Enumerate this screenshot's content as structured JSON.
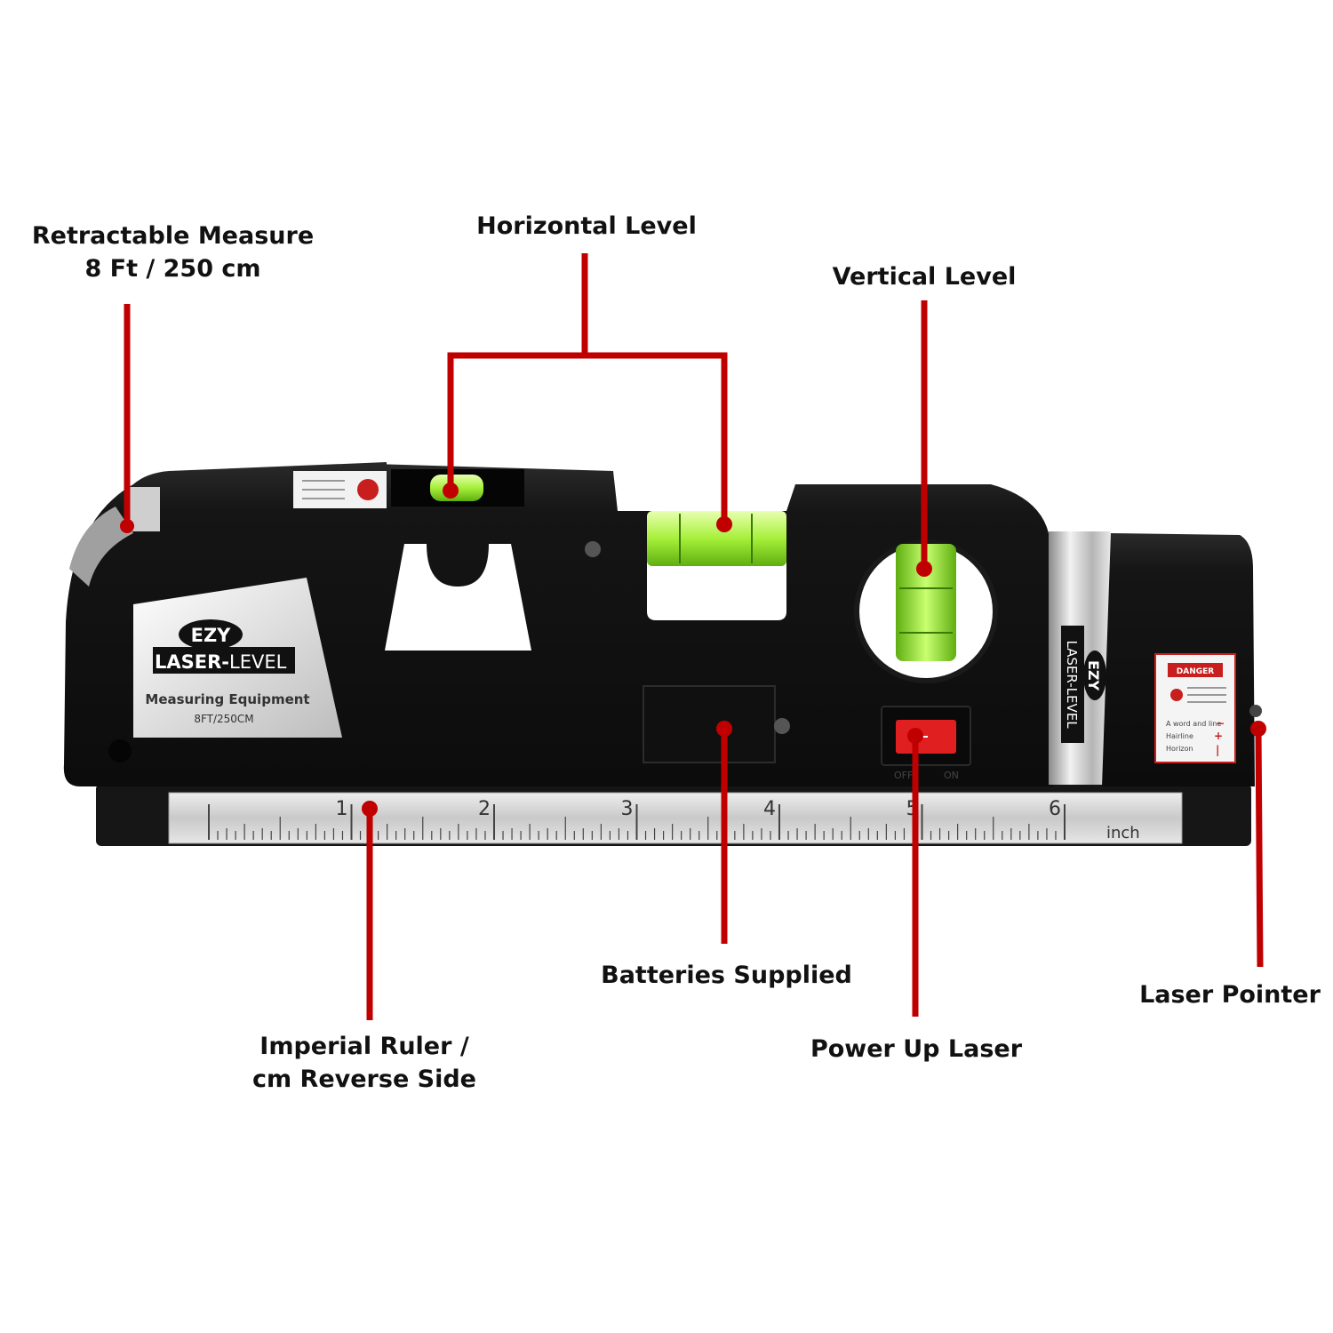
{
  "callouts": {
    "retractable_measure": {
      "line1": "Retractable Measure",
      "line2": "8 Ft / 250 cm"
    },
    "horizontal_level": "Horizontal Level",
    "vertical_level": "Vertical Level",
    "batteries_supplied": "Batteries Supplied",
    "imperial_ruler": {
      "line1": "Imperial Ruler /",
      "line2": "cm Reverse Side"
    },
    "power_up_laser": "Power Up Laser",
    "laser_pointer": "Laser Pointer"
  },
  "device": {
    "brand_top": "EZY",
    "brand_bottom_bold": "LASER-",
    "brand_bottom_light": "LEVEL",
    "panel_line1": "Measuring Equipment",
    "panel_line2": "8FT/250CM",
    "side_brand_top": "EZY",
    "side_brand_bottom": "LASER-LEVEL",
    "danger_label": "DANGER",
    "danger_rows": [
      "A word and line",
      "Hairline",
      "Horizon"
    ],
    "danger_signs": [
      "−",
      "+",
      "|"
    ],
    "switch_off": "OFF",
    "switch_on": "ON",
    "ruler_numbers": [
      "1",
      "2",
      "3",
      "4",
      "5",
      "6"
    ],
    "ruler_unit": "inch"
  },
  "colors": {
    "callout_line": "#c00000",
    "body": "#141414",
    "vial": "#b6f542",
    "ruler": "#d6d6d6",
    "switch": "#e02020"
  }
}
